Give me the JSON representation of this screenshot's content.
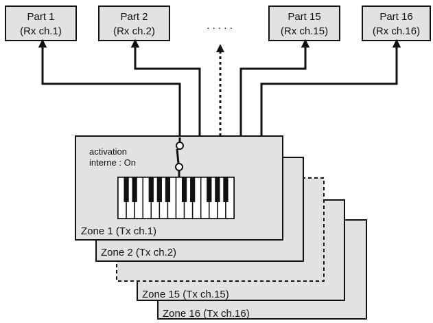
{
  "parts": [
    {
      "name": "Part 1",
      "channel": "(Rx ch.1)"
    },
    {
      "name": "Part 2",
      "channel": "(Rx ch.2)"
    },
    {
      "name": "Part 15",
      "channel": "(Rx ch.15)"
    },
    {
      "name": "Part 16",
      "channel": "(Rx ch.16)"
    }
  ],
  "ellipsis": ". . . . .",
  "zones": [
    {
      "label": "Zone 1 (Tx ch.1)"
    },
    {
      "label": "Zone 2 (Tx ch.2)"
    },
    {
      "label": "Zone 15 (Tx ch.15)"
    },
    {
      "label": "Zone 16 (Tx ch.16)"
    }
  ],
  "switch_label": {
    "line1": "activation",
    "line2": "interne : On"
  },
  "colors": {
    "line": "#111111",
    "zone_fill": "#e2e2e2",
    "part_fill": "#e2e2e2",
    "key_black": "#111111",
    "key_white": "#ffffff"
  }
}
